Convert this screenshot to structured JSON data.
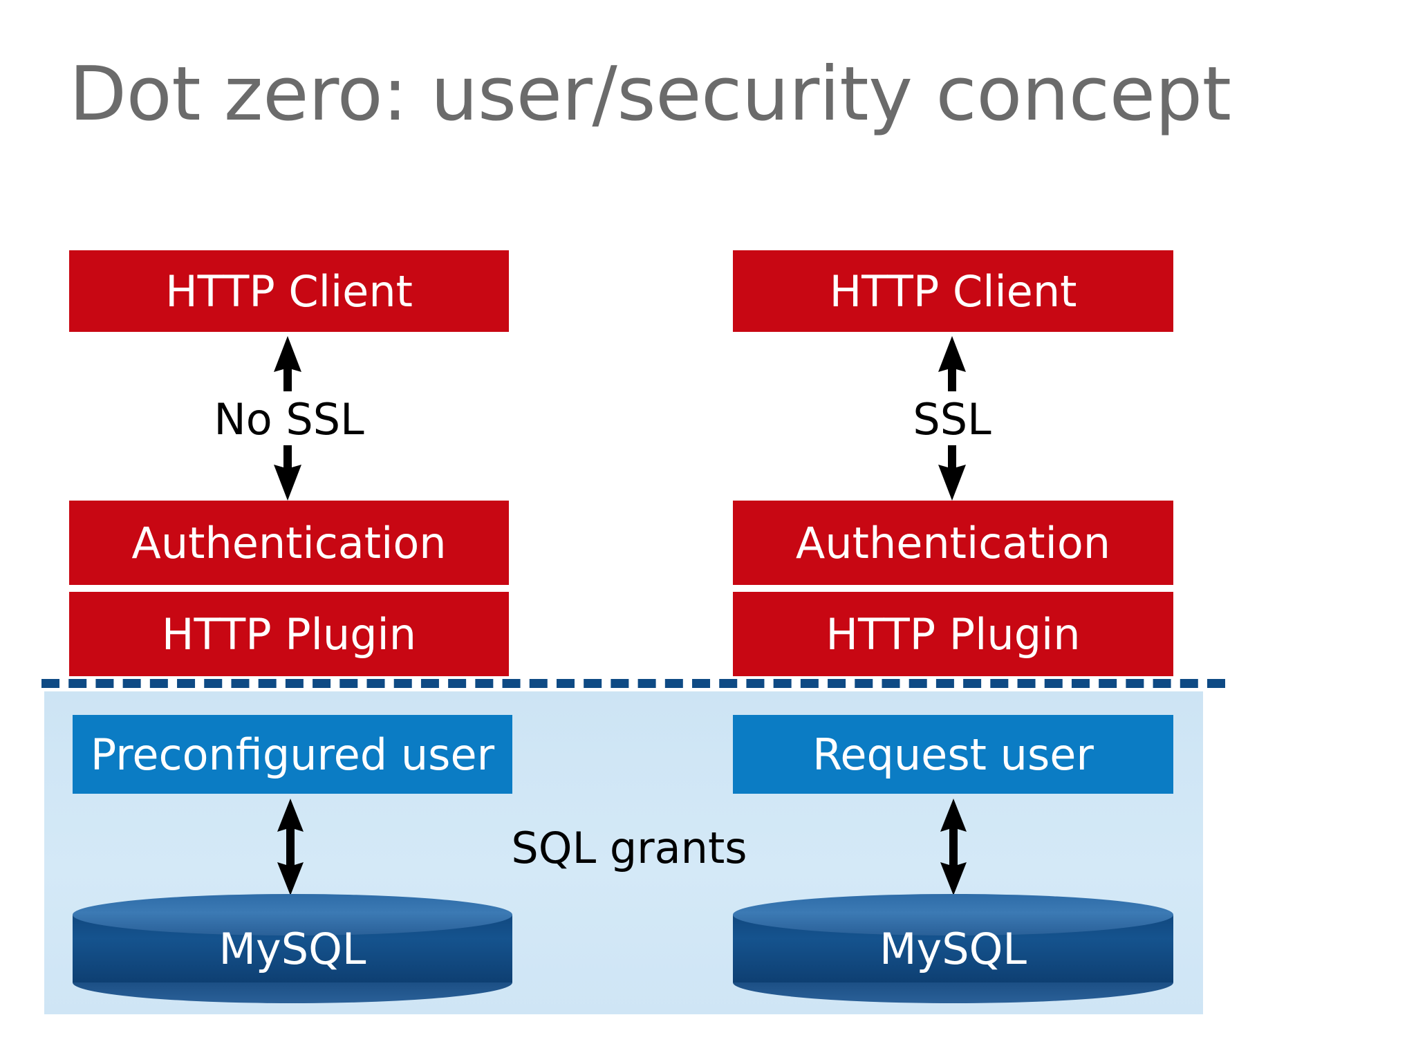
{
  "slide": {
    "title": "Dot zero: user/security concept",
    "title_color": "#6B6B6B",
    "background": "#FFFFFF"
  },
  "palette": {
    "red_box": "#C80713",
    "blue_box": "#0B7CC4",
    "zone_fill": "#CFE5F5",
    "divider": "#0E4A84",
    "cylinder": "#11487F",
    "arrow": "#000000",
    "box_text": "#FFFFFF",
    "label_text": "#000000"
  },
  "zone": {
    "name": "server-side-zone",
    "divider_style": "dashed"
  },
  "columns": [
    {
      "id": "left",
      "name": "no-ssl-preconfigured-flow",
      "client": {
        "label": "HTTP Client"
      },
      "transport": {
        "label": "No SSL"
      },
      "auth": {
        "label": "Authentication"
      },
      "plugin": {
        "label": "HTTP Plugin"
      },
      "user": {
        "label": "Preconfigured user"
      },
      "database": {
        "label": "MySQL"
      }
    },
    {
      "id": "right",
      "name": "ssl-request-user-flow",
      "client": {
        "label": "HTTP Client"
      },
      "transport": {
        "label": "SSL"
      },
      "auth": {
        "label": "Authentication"
      },
      "plugin": {
        "label": "HTTP Plugin"
      },
      "user": {
        "label": "Request user"
      },
      "database": {
        "label": "MySQL"
      }
    }
  ],
  "center_label": {
    "label": "SQL grants"
  }
}
